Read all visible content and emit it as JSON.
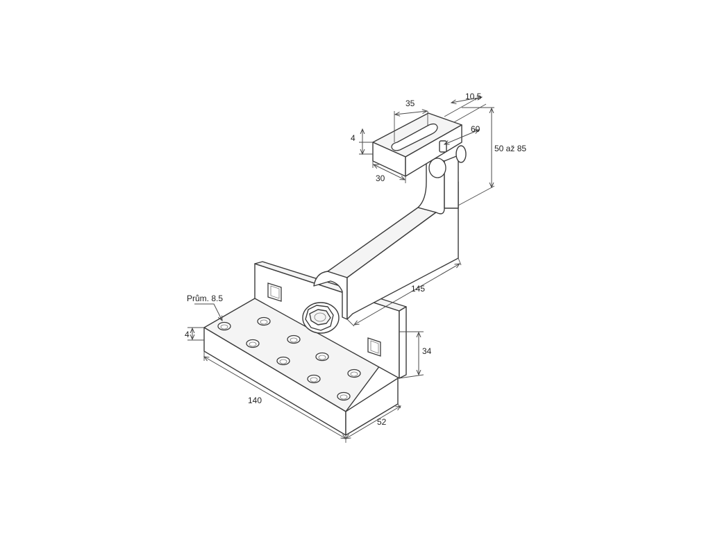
{
  "labels": {
    "hole_diameter": "Prům. 8.5",
    "base_thickness": "4",
    "base_length": "140",
    "base_width": "52",
    "flange_height": "34",
    "arm_length": "145",
    "clamp_slot_length": "35",
    "clamp_offset": "10,5",
    "clamp_width": "60",
    "clamp_thickness": "4",
    "clamp_depth": "30",
    "height_range": "50 až 85"
  }
}
